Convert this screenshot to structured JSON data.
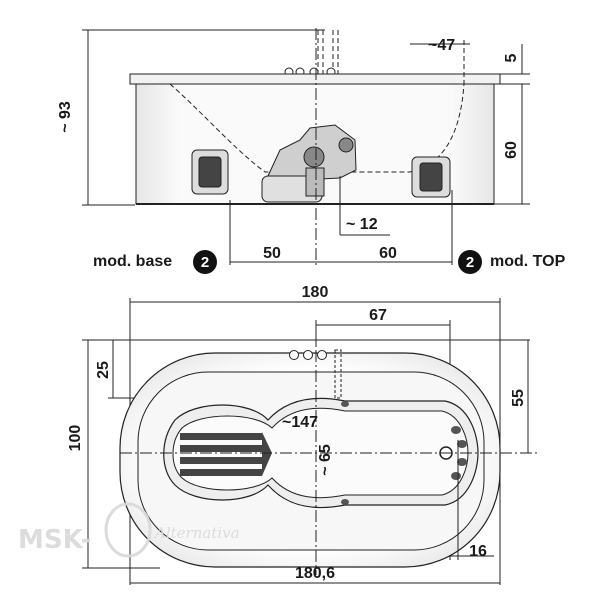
{
  "side_view": {
    "dim_height_total": "~ 93",
    "dim_wall": "~47",
    "dim_rim": "5",
    "dim_height_tub": "60",
    "dim_drain": "~ 12",
    "dim_left": "50",
    "dim_right": "60"
  },
  "models": {
    "base_label": "mod. base",
    "base_badge": "2",
    "top_label": "mod. TOP",
    "top_badge": "2"
  },
  "top_view": {
    "dim_length_top": "180",
    "dim_67": "67",
    "dim_25": "25",
    "dim_55": "55",
    "dim_width": "100",
    "dim_147": "~147",
    "dim_65": "~ 65",
    "dim_16": "16",
    "dim_length_bottom": "180,6"
  },
  "watermark": {
    "brand": "MSK-",
    "sub": "Alternativa"
  }
}
